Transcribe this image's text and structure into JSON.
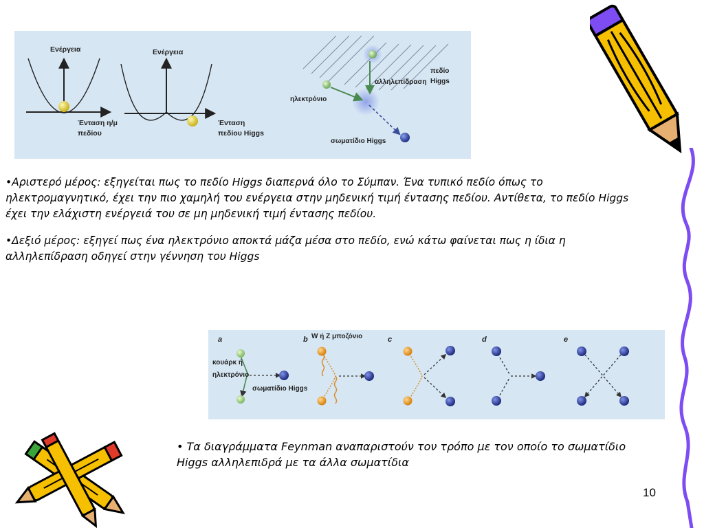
{
  "top_diagram": {
    "left_plot": {
      "y_label": "Ενέργεια",
      "x_label_line1": "Ένταση η/μ",
      "x_label_line2": "πεδίου"
    },
    "middle_plot": {
      "y_label": "Ενέργεια",
      "x_label_line1": "Ένταση",
      "x_label_line2": "πεδίου Higgs"
    },
    "right_plot": {
      "interaction_label": "αλληλεπίδραση",
      "field_label_line1": "πεδίο",
      "field_label_line2": "Higgs",
      "electron_label": "ηλεκτρόνιο",
      "particle_label": "σωματίδιο Higgs"
    }
  },
  "paragraphs": [
    "•Αριστερό μέρος: εξηγείται πως το πεδίο Higgs διαπερνά όλο το Σύμπαν. Ένα τυπικό πεδίο όπως το ηλεκτρομαγνητικό, έχει την πιο χαμηλή του ενέργεια στην μηδενική τιμή έντασης πεδίου. Αντίθετα, το πεδίο Higgs έχει την ελάχιστη ενέργειά του σε μη μηδενική τιμή έντασης πεδίου.",
    "•Δεξιό μέρος: εξηγεί πως ένα ηλεκτρόνιο αποκτά μάζα μέσα στο πεδίο, ενώ κάτω φαίνεται πως η ίδια η αλληλεπίδραση οδηγεί στην γέννηση του Higgs"
  ],
  "feynman": {
    "labels": [
      "a",
      "b",
      "c",
      "d",
      "e"
    ],
    "boson_label": "W ή Z μποζόνιο",
    "quark_label_line1": "κουάρκ ή",
    "quark_label_line2": "ηλεκτρόνιο",
    "higgs_label": "σωματίδιο Higgs"
  },
  "caption": {
    "bullet": "•",
    "text": "Τα διαγράμματα Feynman αναπαριστούν τον τρόπο με τον οποίο το σωματίδιο Higgs αλληλεπιδρά με τα άλλα σωματίδια"
  },
  "page_number": "10",
  "colors": {
    "panel_bg": "#d6e6f3",
    "higgs_blue": "#2c3f96",
    "electron_green": "#9cc87a",
    "boson_orange": "#e8961a",
    "wavy_orange": "#e39a2a",
    "squiggle_purple": "#7d4cf2",
    "pencil_yellow": "#f6c000"
  },
  "icons": [
    "pencil-icon",
    "crayons-icon"
  ]
}
